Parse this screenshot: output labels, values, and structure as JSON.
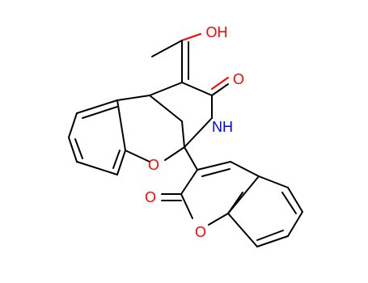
{
  "colors": {
    "bond": "#000000",
    "oxygen": "#ff0000",
    "nitrogen": "#0000ff"
  },
  "labels": {
    "hydroxyl": "OH",
    "amide_oxygen": "O",
    "amide_nitrogen": "NH",
    "ring_oxygen_bridge": "O",
    "carbonyl_oxygen": "O",
    "ring_oxygen_coumarin": "O"
  }
}
